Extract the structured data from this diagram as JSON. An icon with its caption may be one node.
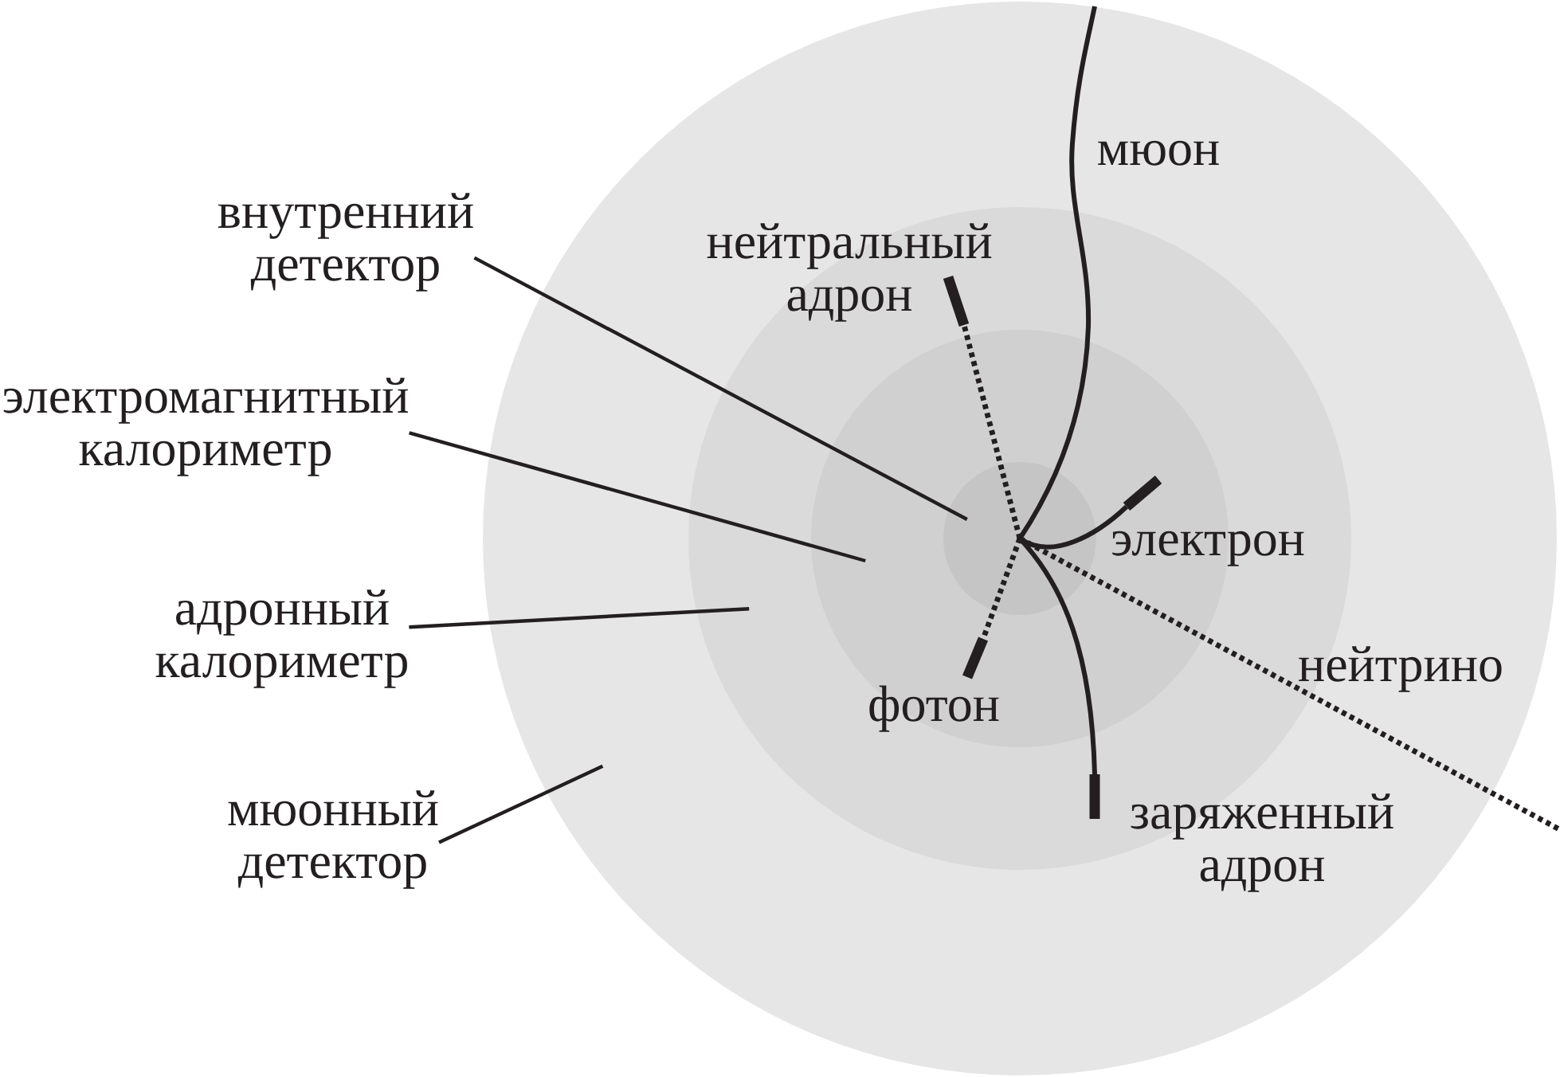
{
  "diagram": {
    "nodes": [
      {
        "text": [],
        "shape": "circle"
      },
      {
        "text": [],
        "shape": "circle",
        "in": 0
      },
      {
        "text": [],
        "shape": "circle",
        "in": 1
      },
      {
        "text": [],
        "shape": "circle",
        "in": 2
      },
      {
        "text": [
          "внутренний детектор"
        ]
      },
      {
        "text": [
          "электромагнитный калориметр"
        ]
      },
      {
        "text": [
          "адронный калориметр"
        ]
      },
      {
        "text": [
          "мюонный детектор"
        ]
      }
    ],
    "edges": [
      {
        "from": 4,
        "to": 3,
        "arrow": "none"
      },
      {
        "from": 5,
        "to": 2,
        "arrow": "none"
      },
      {
        "from": 6,
        "to": 1,
        "arrow": "none"
      },
      {
        "from": 7,
        "to": 0,
        "arrow": "none"
      }
    ],
    "labels": [
      "мюон",
      "нейтральный адрон",
      "электрон",
      "нейтрино",
      "фотон",
      "заряженный адрон"
    ]
  }
}
